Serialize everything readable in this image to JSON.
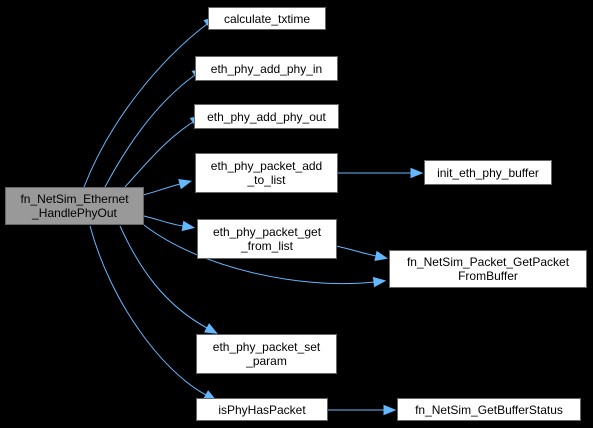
{
  "diagram": {
    "colors": {
      "background": "#000000",
      "edge": "#63b8ff",
      "node_fill": "#ffffff",
      "root_fill": "#999999",
      "node_border": "#666666",
      "text": "#000000"
    },
    "root": {
      "id": "root",
      "lines": [
        "fn_NetSim_Ethernet",
        "_HandlePhyOut"
      ]
    },
    "nodes": [
      {
        "id": "calculate_txtime",
        "lines": [
          "calculate_txtime"
        ]
      },
      {
        "id": "eth_phy_add_phy_in",
        "lines": [
          "eth_phy_add_phy_in"
        ]
      },
      {
        "id": "eth_phy_add_phy_out",
        "lines": [
          "eth_phy_add_phy_out"
        ]
      },
      {
        "id": "eth_phy_packet_add_to_list",
        "lines": [
          "eth_phy_packet_add",
          "_to_list"
        ]
      },
      {
        "id": "init_eth_phy_buffer",
        "lines": [
          "init_eth_phy_buffer"
        ]
      },
      {
        "id": "eth_phy_packet_get_from_list",
        "lines": [
          "eth_phy_packet_get",
          "_from_list"
        ]
      },
      {
        "id": "fn_NetSim_Packet_GetPacketFromBuffer",
        "lines": [
          "fn_NetSim_Packet_GetPacket",
          "FromBuffer"
        ]
      },
      {
        "id": "eth_phy_packet_set_param",
        "lines": [
          "eth_phy_packet_set",
          "_param"
        ]
      },
      {
        "id": "isPhyHasPacket",
        "lines": [
          "isPhyHasPacket"
        ]
      },
      {
        "id": "fn_NetSim_GetBufferStatus",
        "lines": [
          "fn_NetSim_GetBufferStatus"
        ]
      }
    ],
    "edges": [
      {
        "from": "root",
        "to": "calculate_txtime"
      },
      {
        "from": "root",
        "to": "eth_phy_add_phy_in"
      },
      {
        "from": "root",
        "to": "eth_phy_add_phy_out"
      },
      {
        "from": "root",
        "to": "eth_phy_packet_add_to_list"
      },
      {
        "from": "root",
        "to": "eth_phy_packet_get_from_list"
      },
      {
        "from": "root",
        "to": "fn_NetSim_Packet_GetPacketFromBuffer"
      },
      {
        "from": "root",
        "to": "eth_phy_packet_set_param"
      },
      {
        "from": "root",
        "to": "isPhyHasPacket"
      },
      {
        "from": "eth_phy_packet_add_to_list",
        "to": "init_eth_phy_buffer"
      },
      {
        "from": "eth_phy_packet_get_from_list",
        "to": "fn_NetSim_Packet_GetPacketFromBuffer"
      },
      {
        "from": "isPhyHasPacket",
        "to": "fn_NetSim_GetBufferStatus"
      }
    ]
  }
}
